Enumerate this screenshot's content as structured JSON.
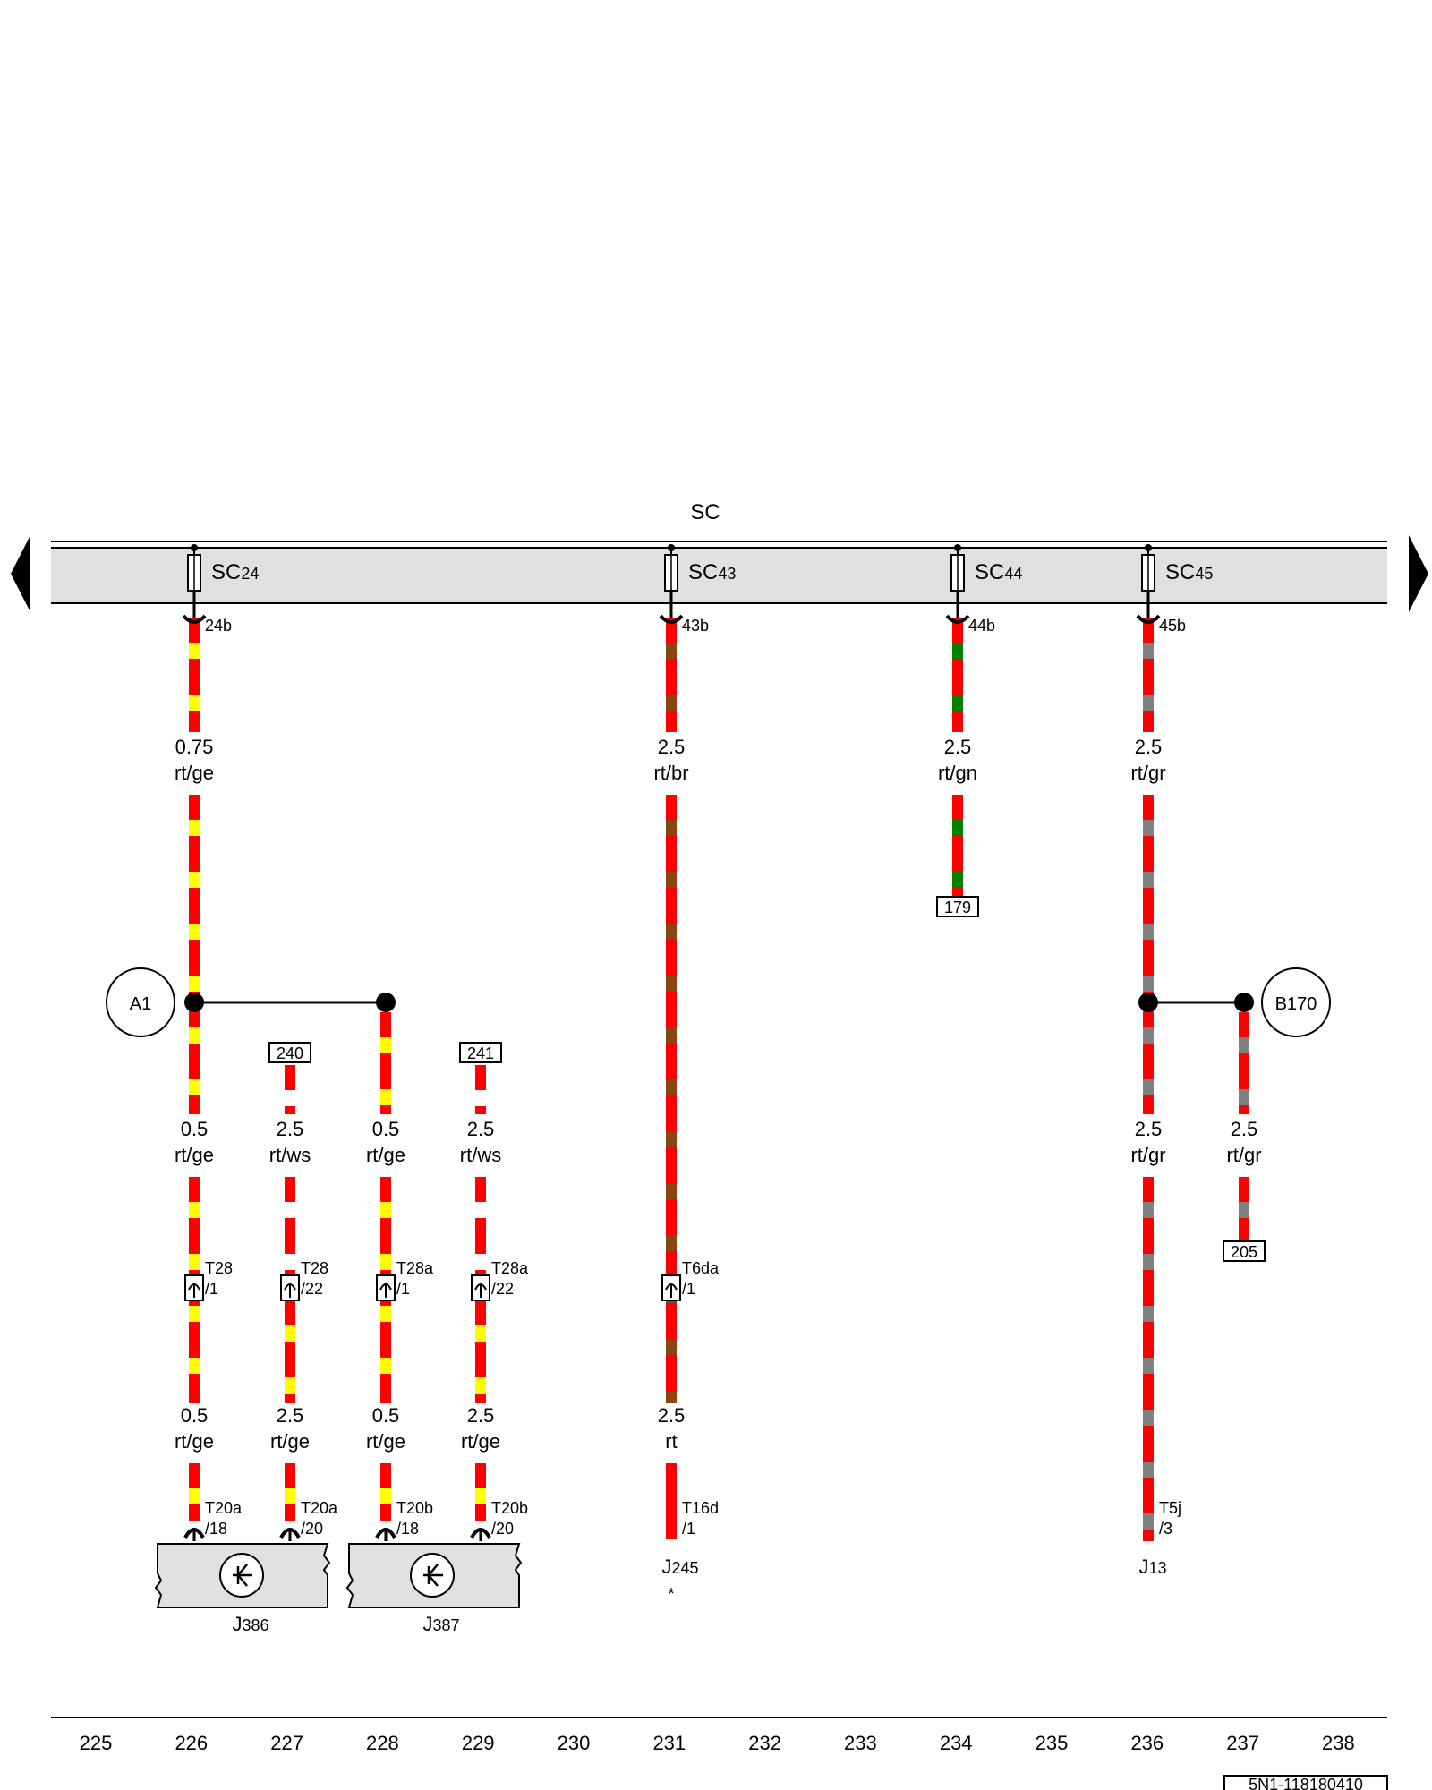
{
  "bus": {
    "label": "SC"
  },
  "fuses": [
    {
      "id": "f24",
      "label_main": "SC",
      "label_sub": "24",
      "terminal": "24b"
    },
    {
      "id": "f43",
      "label_main": "SC",
      "label_sub": "43",
      "terminal": "43b"
    },
    {
      "id": "f44",
      "label_main": "SC",
      "label_sub": "44",
      "terminal": "44b"
    },
    {
      "id": "f45",
      "label_main": "SC",
      "label_sub": "45",
      "terminal": "45b"
    }
  ],
  "wire_labels": {
    "w24_top": {
      "size": "0.75",
      "color": "rt/ge"
    },
    "w43_top": {
      "size": "2.5",
      "color": "rt/br"
    },
    "w44_top": {
      "size": "2.5",
      "color": "rt/gn"
    },
    "w45_top": {
      "size": "2.5",
      "color": "rt/gr"
    },
    "c226_mid": {
      "size": "0.5",
      "color": "rt/ge"
    },
    "c227_mid": {
      "size": "2.5",
      "color": "rt/ws"
    },
    "c228_mid": {
      "size": "0.5",
      "color": "rt/ge"
    },
    "c229_mid": {
      "size": "2.5",
      "color": "rt/ws"
    },
    "c236_mid": {
      "size": "2.5",
      "color": "rt/gr"
    },
    "c237_mid": {
      "size": "2.5",
      "color": "rt/gr"
    },
    "c226_bot": {
      "size": "0.5",
      "color": "rt/ge"
    },
    "c227_bot": {
      "size": "2.5",
      "color": "rt/ge"
    },
    "c228_bot": {
      "size": "0.5",
      "color": "rt/ge"
    },
    "c229_bot": {
      "size": "2.5",
      "color": "rt/ge"
    },
    "c231_bot": {
      "size": "2.5",
      "color": "rt"
    }
  },
  "connectors": {
    "t28_1": {
      "name": "T28",
      "pin": "/1"
    },
    "t28_22": {
      "name": "T28",
      "pin": "/22"
    },
    "t28a_1": {
      "name": "T28a",
      "pin": "/1"
    },
    "t28a_22": {
      "name": "T28a",
      "pin": "/22"
    },
    "t6da_1": {
      "name": "T6da",
      "pin": "/1"
    },
    "t20a_18": {
      "name": "T20a",
      "pin": "/18"
    },
    "t20a_20": {
      "name": "T20a",
      "pin": "/20"
    },
    "t20b_18": {
      "name": "T20b",
      "pin": "/18"
    },
    "t20b_20": {
      "name": "T20b",
      "pin": "/20"
    },
    "t16d_1": {
      "name": "T16d",
      "pin": "/1"
    },
    "t5j_3": {
      "name": "T5j",
      "pin": "/3"
    }
  },
  "splices": {
    "a1": "A1",
    "b170": "B170"
  },
  "refs": {
    "r179": "179",
    "r240": "240",
    "r241": "241",
    "r205": "205"
  },
  "components": {
    "j386": {
      "letter": "J",
      "num": "386"
    },
    "j387": {
      "letter": "J",
      "num": "387"
    },
    "j245": {
      "letter": "J",
      "num": "245",
      "note": "*"
    },
    "j13": {
      "letter": "J",
      "num": "13"
    }
  },
  "columns": [
    "225",
    "226",
    "227",
    "228",
    "229",
    "230",
    "231",
    "232",
    "233",
    "234",
    "235",
    "236",
    "237",
    "238"
  ],
  "footer": {
    "code": "5N1-118180410"
  },
  "colors": {
    "rt": "#ff0000",
    "ge": "#ffff00",
    "br": "#8b4513",
    "gn": "#008000",
    "gr": "#808080",
    "ws": "#ffffff",
    "bus_fill": "#e0e0e0"
  }
}
